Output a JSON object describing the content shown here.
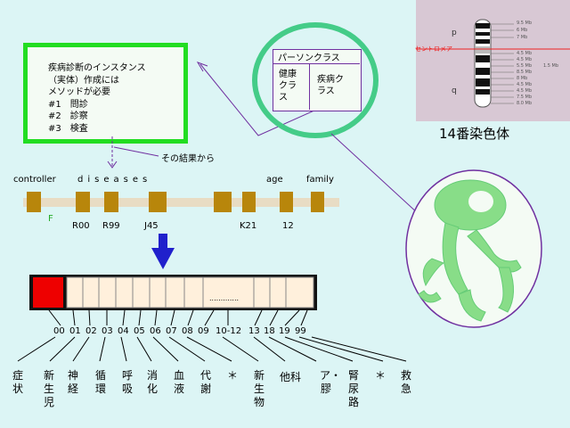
{
  "note": {
    "lines": [
      "疾病診断のインスタンス",
      "（実体）作成には",
      "メソッドが必要",
      "#1　問診",
      "#2　診察",
      "#3　検査"
    ]
  },
  "note_arrow_label": "その結果から",
  "gene_labels": {
    "controller": "controller",
    "diseases": "diseases",
    "age": "age",
    "family": "family"
  },
  "codes": {
    "F": "F",
    "R00": "R00",
    "R99": "R99",
    "J45": "J45",
    "K21": "K21",
    "age_value": "12"
  },
  "array_dots": ".............",
  "index_ticks": [
    "00",
    "01",
    "02",
    "03",
    "04",
    "05",
    "06",
    "07",
    "08",
    "09",
    "10-12",
    "13",
    "18",
    "19",
    "99"
  ],
  "categories": [
    "症状",
    "新生児",
    "神経",
    "循環",
    "呼吸",
    "消化",
    "血液",
    "代謝",
    "＊",
    "新生物",
    "他科",
    "ア・膠",
    "腎尿路",
    "＊",
    "救急"
  ],
  "person_class": {
    "title": "パーソンクラス",
    "cell_left": "健康\nクラ\nス",
    "cell_right": "疾病ク\nラス"
  },
  "chromosome": {
    "caption": "14番染色体",
    "centromere_label": "セントロメア",
    "arm_p": "p",
    "arm_q": "q",
    "mb_labels": [
      "9.5 Mb",
      "6 Mb",
      "7 Mb",
      "4.5 Mb",
      "4.5 Mb",
      "5.5 Mb",
      "8.5 Mb",
      "8 Mb",
      "4.5 Mb",
      "4.5 Mb",
      "7.5 Mb",
      "8.0 Mb"
    ],
    "side_label": "1.5 Mb"
  },
  "colors": {
    "background": "#dcf5f5",
    "green_frame": "#22dd22",
    "ring": "#44cc88",
    "purple_line": "#7030a0",
    "gene_bar": "#e8dcc4",
    "gene_block": "#b8860b",
    "selected_cell": "#ee0000",
    "cell_fill": "#fff0dc",
    "arrow": "#2020cc",
    "creature": "#88dd88"
  }
}
